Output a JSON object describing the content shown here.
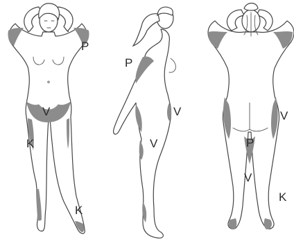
{
  "colors": {
    "zone": "#8c8c8c",
    "outline": "#444444",
    "background": "#ffffff"
  },
  "figures": {
    "front": {
      "labels": {
        "p": "P",
        "v": "V",
        "k_thigh": "K",
        "k_ankle": "K"
      }
    },
    "side": {
      "labels": {
        "p": "P",
        "v_hip": "V",
        "v_thigh": "V"
      }
    },
    "back": {
      "labels": {
        "v_hip": "V",
        "p": "P",
        "v_legs": "V",
        "k": "K"
      }
    }
  }
}
